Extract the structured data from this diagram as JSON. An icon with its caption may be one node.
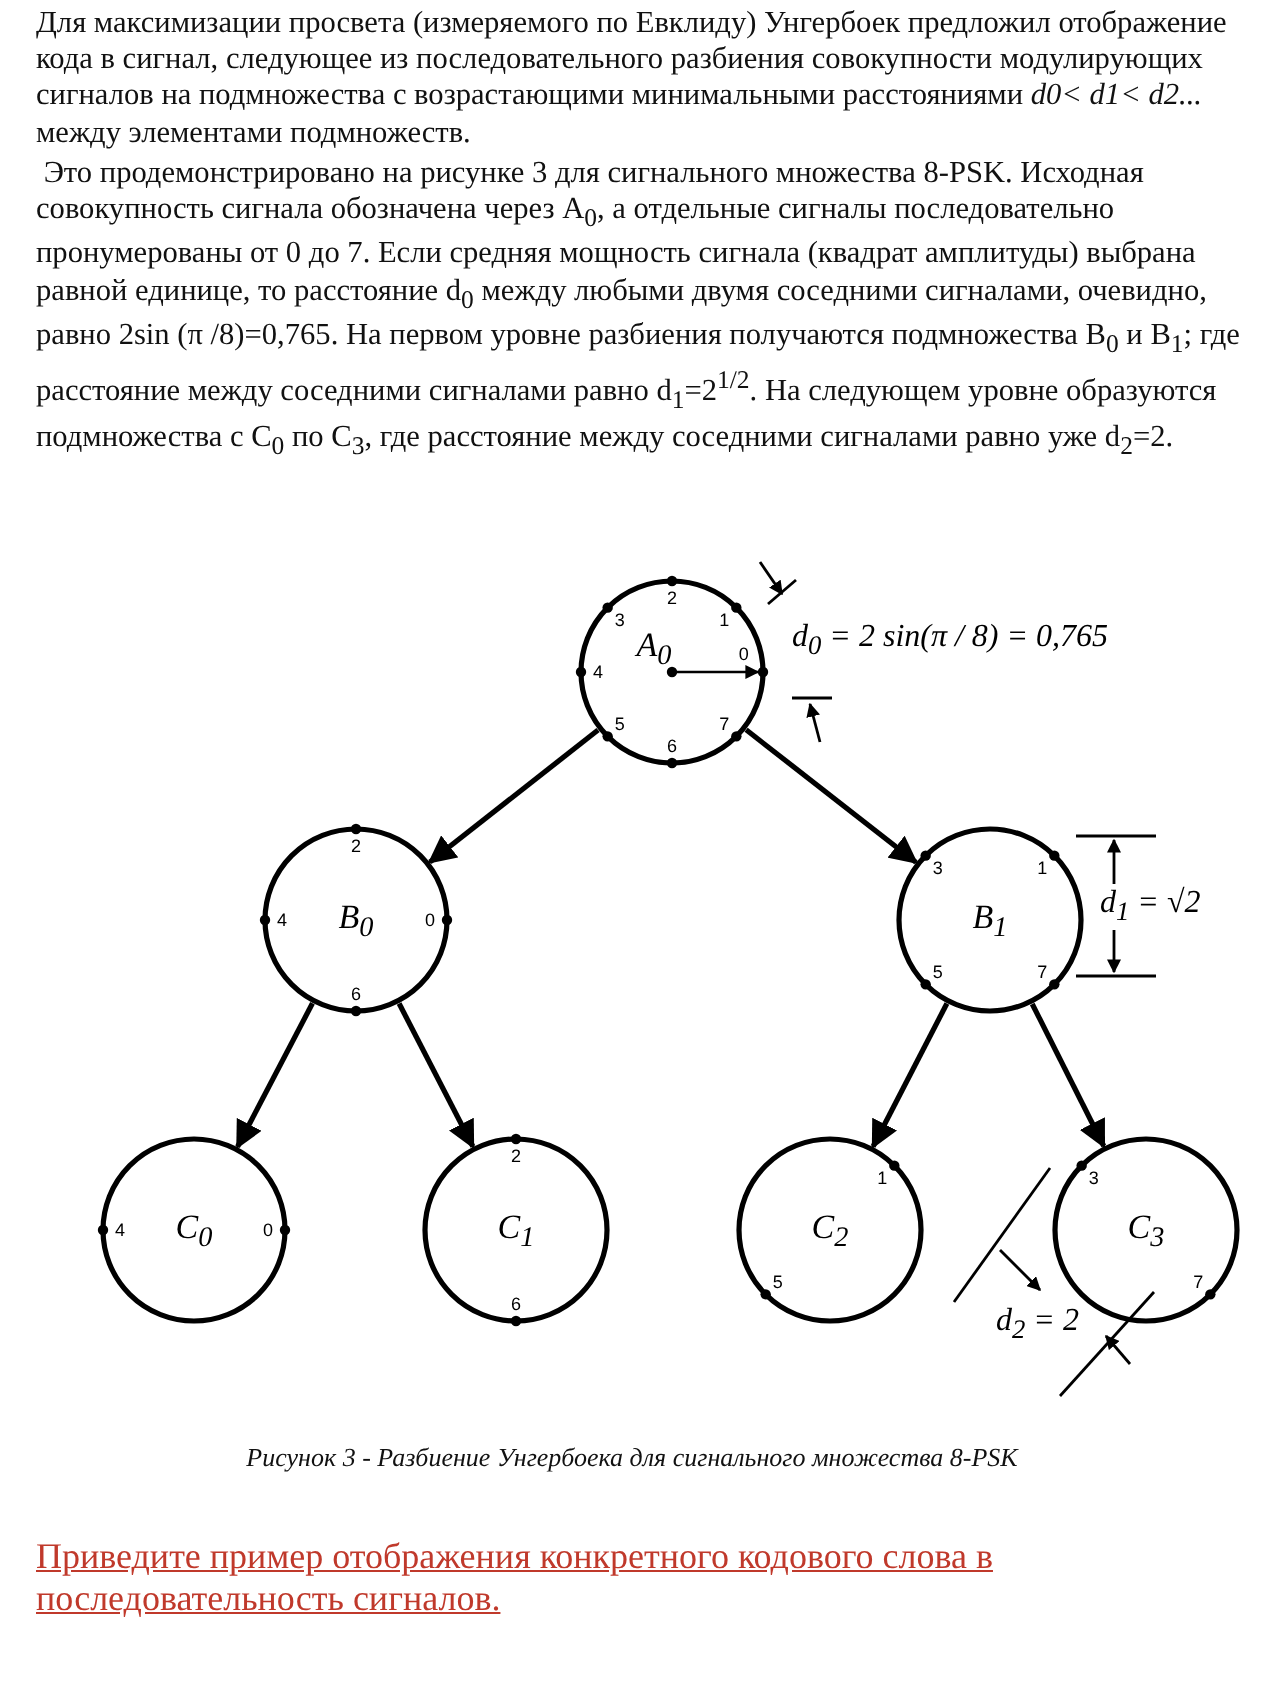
{
  "diagram": {
    "caption": "Рисунок 3 - Разбиение Унгербоека для сигнального множества 8-PSK",
    "nodes": [
      {
        "text": [
          "2",
          "3",
          "1",
          "A$_{0}$",
          "0",
          "4",
          "5",
          "7",
          "6"
        ]
      },
      {
        "text": [
          "2",
          "4",
          "B$_{0}$",
          "0",
          "6"
        ]
      },
      {
        "text": [
          "3",
          "1",
          "B$_{1}$",
          "5",
          "7"
        ]
      },
      {
        "text": [
          "4",
          "C$_{0}$",
          "0"
        ]
      },
      {
        "text": [
          "2",
          "C$_{1}$",
          "6"
        ]
      },
      {
        "text": [
          "1",
          "C$_{2}$",
          "5"
        ]
      },
      {
        "text": [
          "3",
          "C$_{3}$",
          "7"
        ]
      }
    ],
    "edges": [
      {
        "from": 0,
        "to": 1,
        "arrow": "to"
      },
      {
        "from": 0,
        "to": 2,
        "arrow": "to"
      },
      {
        "from": 1,
        "to": 3,
        "arrow": "to"
      },
      {
        "from": 1,
        "to": 4,
        "arrow": "to"
      },
      {
        "from": 2,
        "to": 5,
        "arrow": "to"
      },
      {
        "from": 2,
        "to": 6,
        "arrow": "to"
      }
    ],
    "labels": [
      "Для максимизации просвета (измеряемого по Евклиду) Унгербоек предложил отображение кода в сигнал, следующее из последовательного разбиения совокупности модулирующих сигналов на подмножества с возрастающими минимальными расстояниями *d0< d1< d2...* между элементами подмножеств.",
      " Это продемонстрировано на рисунке 3 для сигнального множества 8-PSK. Исходная совокупность сигнала обозначена через A$_{0}$, а отдельные сигналы последовательно пронумерованы от 0 до 7. Если средняя мощность сигнала (квадрат амплитуды) выбрана равной единице, то расстояние d$_{0}$ между любыми двумя соседними сигналами, очевидно, равно 2sin (π /8)=0,765. На первом уровне разбиения получаются подмножества B$_{0}$ и B$_{1}$; где расстояние между соседними сигналами равно d$_{1}$=2$^{1/2}$. На следующем уровне образуются подмножества с C$_{0}$ по C$_{3}$, где расстояние между соседними сигналами равно уже d$_{2}$=2.",
      "d$_{0}$ = 2 sin(π / 8) = 0,765",
      "d$_{1}$ = √2",
      "d$_{2}$ = 2",
      "Приведите пример отображения конкретного кодового слова в последовательность сигналов."
    ]
  }
}
